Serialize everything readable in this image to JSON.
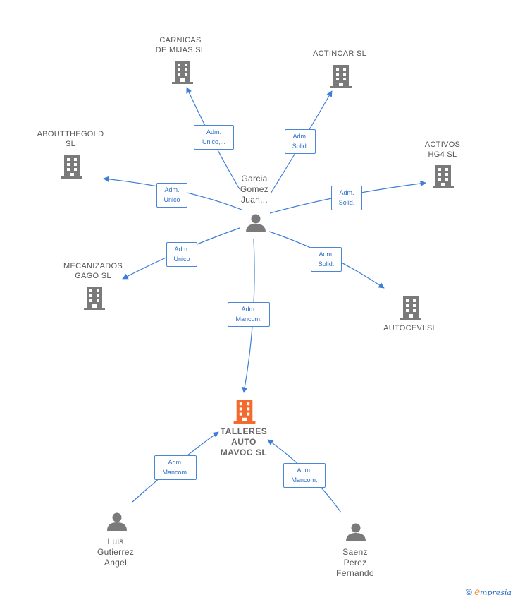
{
  "colors": {
    "company": "#7a7a7a",
    "main_company": "#f26a2e",
    "person": "#7a7a7a",
    "edge": "#3d7fd8"
  },
  "companies": {
    "carnicas": "CARNICAS\nDE MIJAS SL",
    "actincar": "ACTINCAR SL",
    "aboutthegold": "ABOUTTHEGOLD\nSL",
    "activos": "ACTIVOS\nHG4 SL",
    "mecanizados": "MECANIZADOS\nGAGO SL",
    "autocevi": "AUTOCEVI  SL",
    "talleres": "TALLERES\nAUTO\nMAVOC  SL"
  },
  "people": {
    "garcia": "Garcia\nGomez\nJuan...",
    "luis": "Luis\nGutierrez\nAngel",
    "saenz": "Saenz\nPerez\nFernando"
  },
  "edges": {
    "carnicas": "Adm.\nUnico,...",
    "actincar": "Adm.\nSolid.",
    "aboutthegold": "Adm.\nUnico",
    "activos": "Adm.\nSolid.",
    "mecanizados": "Adm.\nUnico",
    "autocevi": "Adm.\nSolid.",
    "talleres_garcia": "Adm.\nMancom.",
    "talleres_luis": "Adm.\nMancom.",
    "talleres_saenz": "Adm.\nMancom."
  },
  "footer": {
    "copyright": "©",
    "brand_initial": "e",
    "brand_rest": "mpresia"
  }
}
